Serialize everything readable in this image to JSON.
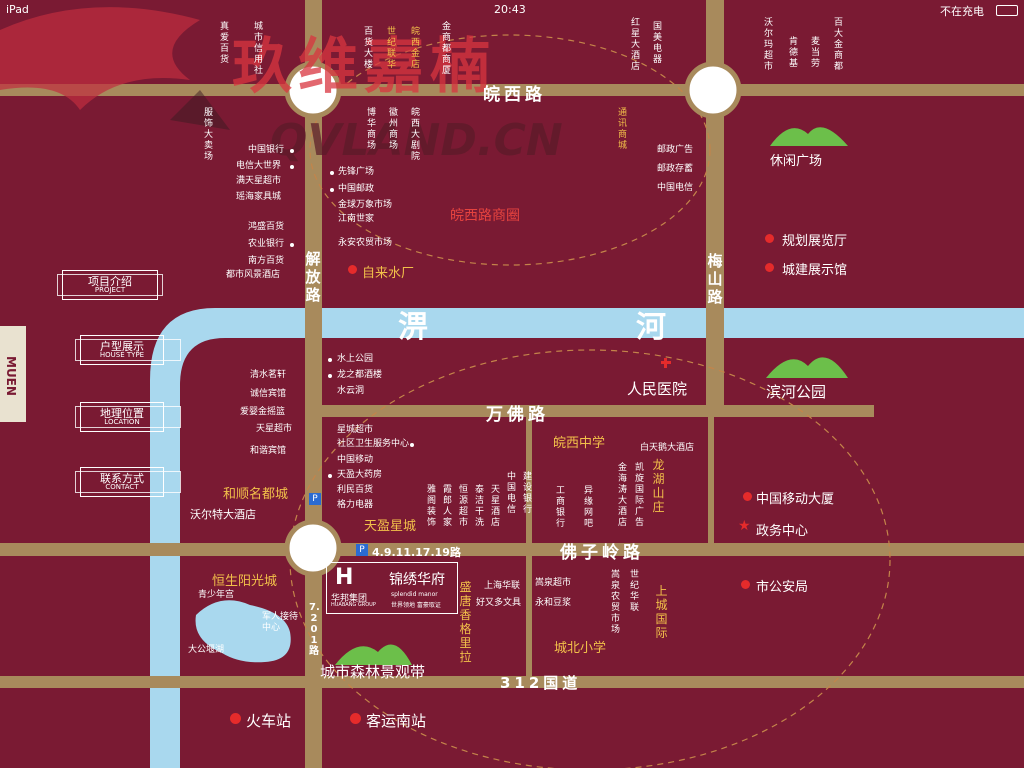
{
  "status_bar": {
    "device": "iPad",
    "time": "20:43",
    "battery": "不在充电"
  },
  "watermark": {
    "cn": "玖维嘉楠",
    "en": "QVLAND.CN"
  },
  "side_tab": {
    "label": "MUEN"
  },
  "menu": [
    {
      "zh": "项目介绍",
      "en": "PROJECT"
    },
    {
      "zh": "户型展示",
      "en": "HOUSE TYPE"
    },
    {
      "zh": "地理位置",
      "en": "LOCATION"
    },
    {
      "zh": "联系方式",
      "en": "CONTACT"
    }
  ],
  "roads": {
    "wanxi": "皖西路",
    "wanfo": "万佛路",
    "fozi": "佛子岭路",
    "g312": "312国道",
    "jiefang": "解放路",
    "meishan": "梅山路",
    "river": [
      "淠",
      "河"
    ],
    "bus_stops": "4.9.11.17.19路",
    "route7": "7.201路"
  },
  "areas": {
    "circle": "皖西路商圈"
  },
  "poi": {
    "top_vertical": [
      "真爱百货",
      "城市信用社",
      "百货大楼",
      "世纪联华",
      "皖西金店",
      "金商都商厦",
      "红星大酒店",
      "国美电器",
      "沃尔玛超市",
      "肯德基",
      "麦当劳",
      "百大金商都"
    ],
    "mid_vertical": [
      "服饰大卖场",
      "博华商场",
      "徽州商场",
      "皖西大剧院",
      "通讯商城"
    ],
    "left_list_a": [
      "中国银行",
      "电信大世界",
      "满天星超市",
      "瑶海家具城"
    ],
    "left_list_b": [
      "鸿盛百货",
      "农业银行",
      "南方百货",
      "都市风景酒店"
    ],
    "right_list_a": [
      "先锋广场",
      "中国邮政",
      "金球万象市场",
      "江南世家"
    ],
    "ani": "永安农贸市场",
    "post": [
      "邮政广告",
      "邮政存蓄",
      "中国电信"
    ],
    "water": "自来水厂",
    "leisure": "休闲广场",
    "planning": "规划展览厅",
    "exhibit": "城建展示馆",
    "binhe": "滨河公园",
    "hospital": "人民医院",
    "river_left": [
      "水上公园",
      "龙之都酒楼",
      "水云洞"
    ],
    "left_list_c": [
      "清水茗轩",
      "诚信宾馆",
      "爱婴金摇篮",
      "天星超市",
      "和谐宾馆"
    ],
    "mid_list": [
      "星城超市",
      "社区卫生服务中心",
      "中国移动",
      "天盈大药房",
      "利民百货",
      "格力电器"
    ],
    "hemei": "和顺名都城",
    "walter": "沃尔特大酒店",
    "tianying": "天盈星城",
    "vshops": [
      "雅阁装饰",
      "霞郎人家",
      "恒源超市",
      "泰洁干洗",
      "天星酒店",
      "中国电信",
      "建设银行"
    ],
    "wanxi_school": "皖西中学",
    "baitian": "白天鹅大酒店",
    "gongyin": "工商银行",
    "yiyuan": "异缘网吧",
    "jinhai": "金海涛大酒店",
    "kaixuan": "凯旋国际广告",
    "longhu": "龙湖山庄",
    "mobile": "中国移动大厦",
    "gov": "政务中心",
    "hengsheng": "恒生阳光城",
    "qingshao": "青少年宫",
    "junren": "军人接待中心",
    "dagong": "大公堰湖",
    "brand": {
      "logo_main": "华邦集团",
      "logo_sub": "HUABANG GROUP",
      "name": "锦绣华府",
      "name_en": "splendid manor",
      "slogan": "世界领地 富豪取证"
    },
    "shengtang": "盛唐香格里拉",
    "shanghai": "上海华联",
    "haoyou": "好又多文具",
    "gaoquan": "嵩泉超市",
    "yonghe": "永和豆浆",
    "gaoquan_market": "嵩泉农贸市场",
    "shiji": "世纪华联",
    "shangcheng": "上城国际",
    "city_school": "城北小学",
    "police": "市公安局",
    "forest": "城市森林景观带",
    "train": "火车站",
    "bus": "客运南站"
  },
  "colors": {
    "bg": "#7a1a33",
    "road": "#a88a5c",
    "river": "#a9d8ee",
    "gold": "#f2c04a",
    "red": "#e52b2b"
  }
}
